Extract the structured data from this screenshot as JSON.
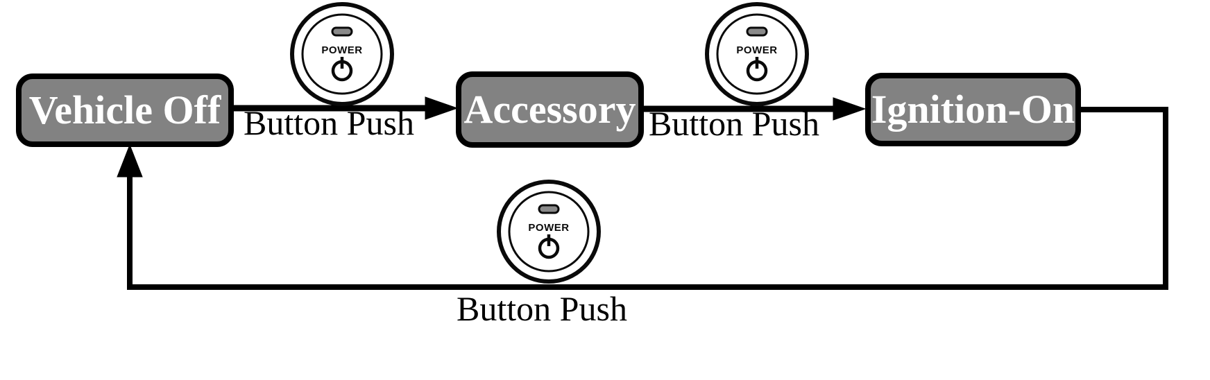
{
  "diagram": {
    "type": "state-machine",
    "states": [
      {
        "id": "vehicle-off",
        "label": "Vehicle Off"
      },
      {
        "id": "accessory",
        "label": "Accessory"
      },
      {
        "id": "ignition-on",
        "label": "Ignition-On"
      }
    ],
    "transitions": [
      {
        "from": "vehicle-off",
        "to": "accessory",
        "label": "Button Push",
        "trigger_icon": "power-button-icon"
      },
      {
        "from": "accessory",
        "to": "ignition-on",
        "label": "Button Push",
        "trigger_icon": "power-button-icon"
      },
      {
        "from": "ignition-on",
        "to": "vehicle-off",
        "label": "Button Push",
        "trigger_icon": "power-button-icon"
      }
    ],
    "power_button": {
      "icon": "power-button-icon",
      "label": "POWER"
    },
    "colors": {
      "background": "#ffffff",
      "state_fill": "#828282",
      "state_border": "#000000",
      "state_text": "#ffffff",
      "connector": "#000000",
      "label_text": "#000000"
    }
  }
}
